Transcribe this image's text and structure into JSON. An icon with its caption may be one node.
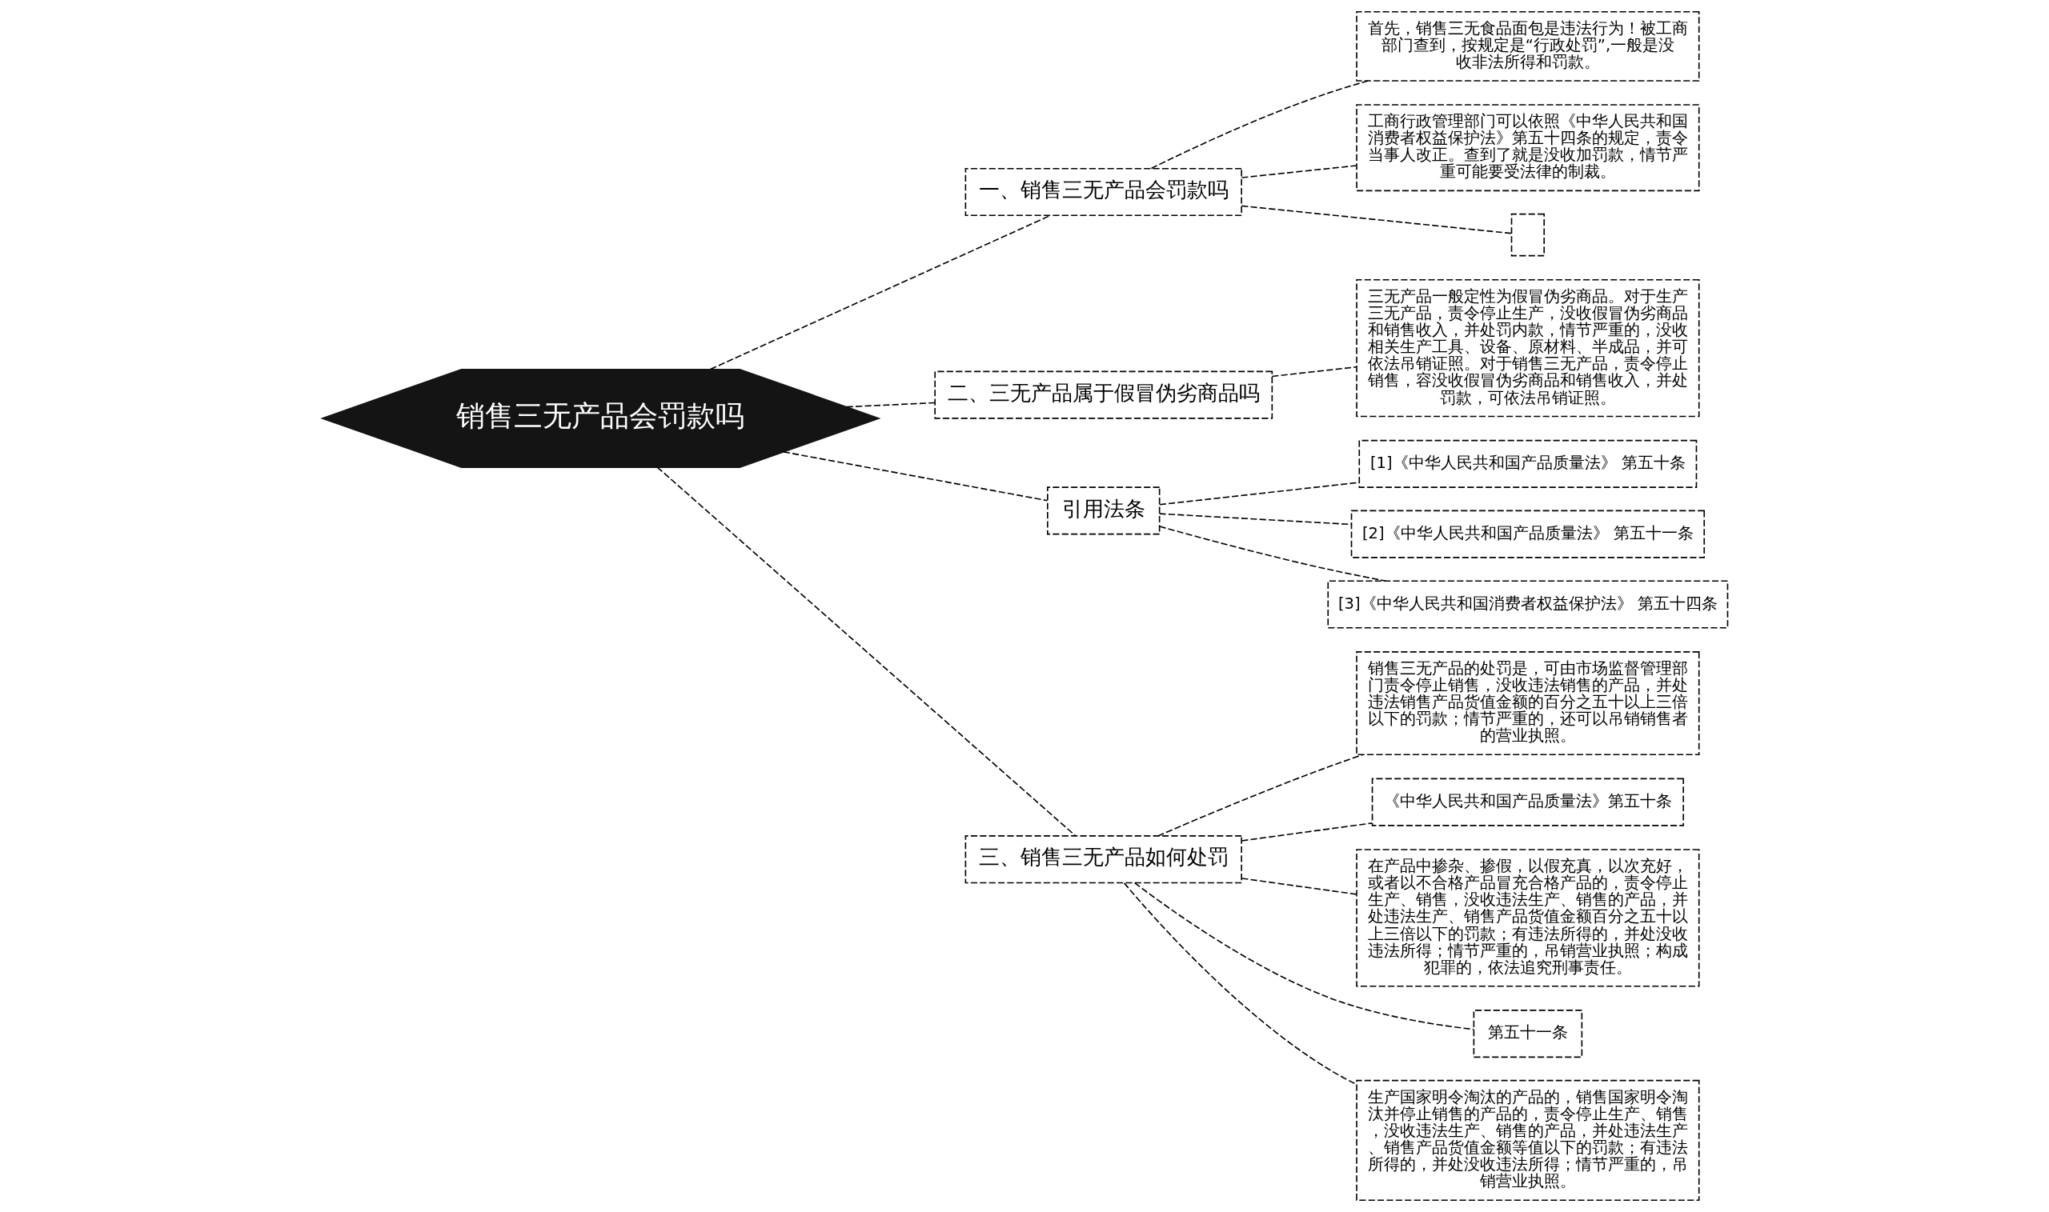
{
  "diagram": {
    "nodes": [
      {
        "text": [
          "销售三无产品会罚款吗"
        ]
      },
      {
        "text": [
          "一、销售三无产品会罚款吗"
        ]
      },
      {
        "text": [
          "首先，销售三无食品面包是违法行为！被工商部门查到，按规定是“行政处罚”,一般是没收非法所得和罚款。"
        ]
      },
      {
        "text": [
          "工商行政管理部门可以依照《中华人民共和国消费者权益保护法》第五十四条的规定，责令当事人改正。查到了就是没收加罚款，情节严重可能要受法律的制裁。"
        ]
      },
      {
        "text": [],
        "shape": "box"
      },
      {
        "text": [
          "二、三无产品属于假冒伪劣商品吗"
        ]
      },
      {
        "text": [
          "三无产品一般定性为假冒伪劣商品。对于生产三无产品，责令停止生产，没收假冒伪劣商品和销售收入，并处罚内款，情节严重的，没收相关生产工具、设备、原材料、半成品，并可依法吊销证照。对于销售三无产品，责令停止销售，容没收假冒伪劣商品和销售收入，并处罚款，可依法吊销证照。"
        ]
      },
      {
        "text": [
          "引用法条"
        ]
      },
      {
        "text": [
          "[1]《中华人民共和国产品质量法》 第五十条"
        ]
      },
      {
        "text": [
          "[2]《中华人民共和国产品质量法》 第五十一条"
        ]
      },
      {
        "text": [
          "[3]《中华人民共和国消费者权益保护法》 第五十四条"
        ]
      },
      {
        "text": [
          "三、销售三无产品如何处罚"
        ]
      },
      {
        "text": [
          "销售三无产品的处罚是，可由市场监督管理部门责令停止销售，没收违法销售的产品，并处违法销售产品货值金额的百分之五十以上三倍以下的罚款；情节严重的，还可以吊销销售者的营业执照。"
        ]
      },
      {
        "text": [
          "《中华人民共和国产品质量法》第五十条"
        ]
      },
      {
        "text": [
          "在产品中掺杂、掺假，以假充真，以次充好，或者以不合格产品冒充合格产品的，责令停止生产、销售，没收违法生产、销售的产品，并处违法生产、销售产品货值金额百分之五十以上三倍以下的罚款；有违法所得的，并处没收违法所得；情节严重的，吊销营业执照；构成犯罪的，依法追究刑事责任。"
        ]
      },
      {
        "text": [
          "第五十一条"
        ]
      },
      {
        "text": [
          "生产国家明令淘汰的产品的，销售国家明令淘汰并停止销售的产品的，责令停止生产、销售，没收违法生产、销售的产品，并处违法生产、销售产品货值金额等值以下的罚款；有违法所得的，并处没收违法所得；情节严重的，吊销营业执照。"
        ]
      }
    ],
    "edges": [
      {
        "from": 0,
        "to": 1,
        "arrow": "none",
        "style": "dashed"
      },
      {
        "from": 1,
        "to": 2,
        "arrow": "none",
        "style": "dashed"
      },
      {
        "from": 1,
        "to": 3,
        "arrow": "none",
        "style": "dashed"
      },
      {
        "from": 1,
        "to": 4,
        "arrow": "none",
        "style": "dashed"
      },
      {
        "from": 0,
        "to": 5,
        "arrow": "none",
        "style": "dashed"
      },
      {
        "from": 5,
        "to": 6,
        "arrow": "none",
        "style": "dashed"
      },
      {
        "from": 0,
        "to": 7,
        "arrow": "none",
        "style": "dashed"
      },
      {
        "from": 7,
        "to": 8,
        "arrow": "none",
        "style": "dashed"
      },
      {
        "from": 7,
        "to": 9,
        "arrow": "none",
        "style": "dashed"
      },
      {
        "from": 7,
        "to": 10,
        "arrow": "none",
        "style": "dashed"
      },
      {
        "from": 0,
        "to": 11,
        "arrow": "none",
        "style": "dashed"
      },
      {
        "from": 11,
        "to": 12,
        "arrow": "none",
        "style": "dashed"
      },
      {
        "from": 11,
        "to": 13,
        "arrow": "none",
        "style": "dashed"
      },
      {
        "from": 11,
        "to": 14,
        "arrow": "none",
        "style": "dashed"
      },
      {
        "from": 11,
        "to": 15,
        "arrow": "none",
        "style": "dashed"
      },
      {
        "from": 11,
        "to": 16,
        "arrow": "none",
        "style": "dashed"
      }
    ]
  }
}
